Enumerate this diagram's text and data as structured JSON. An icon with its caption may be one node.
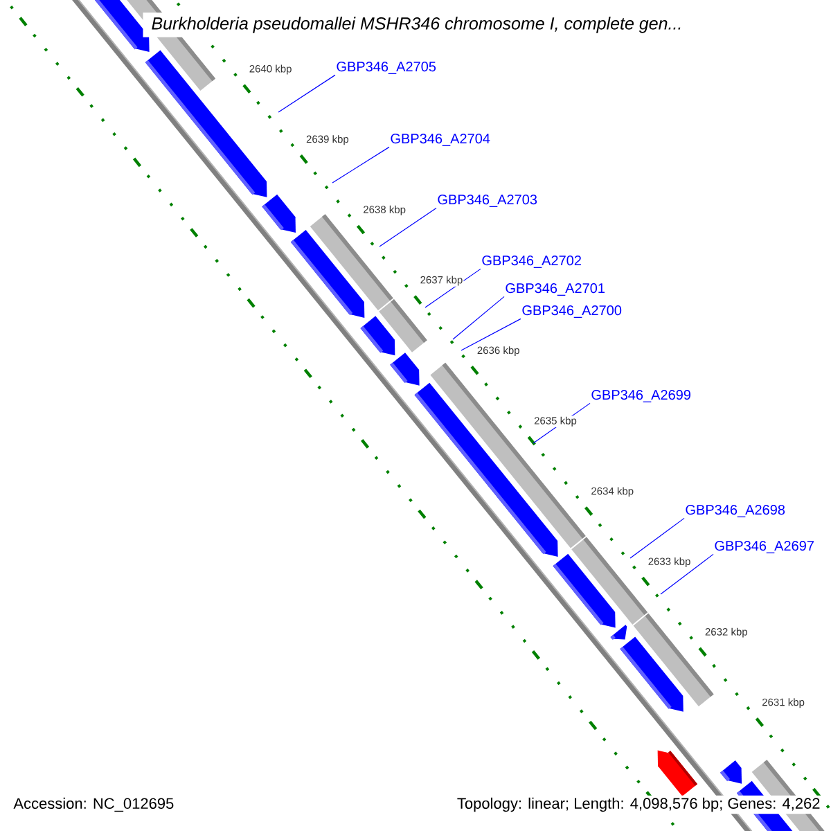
{
  "diagram": {
    "title": "Burkholderia pseudomallei MSHR346 chromosome I, complete gen...",
    "nodes": [
      {
        "text": [
          "GBP346_A2705"
        ]
      },
      {
        "text": [
          "GBP346_A2704"
        ]
      },
      {
        "text": [
          "GBP346_A2703"
        ]
      },
      {
        "text": [
          "GBP346_A2702"
        ]
      },
      {
        "text": [
          "GBP346_A2701"
        ]
      },
      {
        "text": [
          "GBP346_A2700"
        ]
      },
      {
        "text": [
          "GBP346_A2699"
        ]
      },
      {
        "text": [
          "GBP346_A2698"
        ]
      },
      {
        "text": [
          "GBP346_A2697"
        ]
      }
    ],
    "edges": [
      {
        "from": 0,
        "to": null,
        "arrow": "none"
      },
      {
        "from": 1,
        "to": null,
        "arrow": "none"
      },
      {
        "from": 2,
        "to": null,
        "arrow": "none"
      },
      {
        "from": 3,
        "to": null,
        "arrow": "none"
      },
      {
        "from": 4,
        "to": null,
        "arrow": "none"
      },
      {
        "from": 5,
        "to": null,
        "arrow": "none"
      },
      {
        "from": 6,
        "to": null,
        "arrow": "none"
      },
      {
        "from": 7,
        "to": null,
        "arrow": "none"
      },
      {
        "from": 8,
        "to": null,
        "arrow": "none"
      }
    ],
    "labels": [
      "2640 kbp",
      "2639 kbp",
      "2638 kbp",
      "2637 kbp",
      "2636 kbp",
      "2635 kbp",
      "2634 kbp",
      "2633 kbp",
      "2632 kbp",
      "2631 kbp",
      "Accession: NC_012695",
      "Topology: linear; Length: 4,098,576 bp; Genes: 4,262"
    ]
  }
}
